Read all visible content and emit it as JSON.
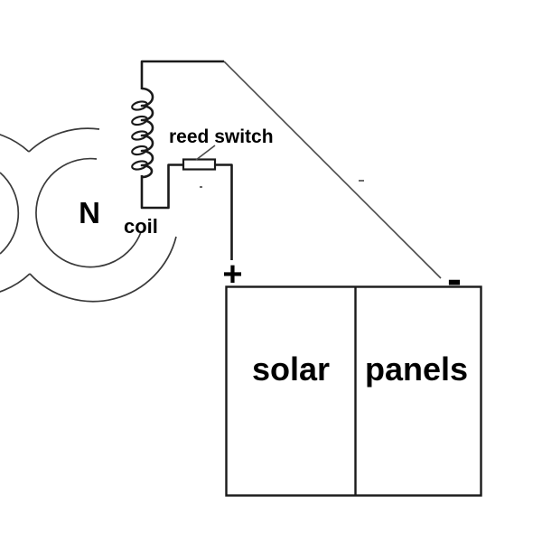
{
  "diagram": {
    "type": "circuit-schematic",
    "background": "#ffffff",
    "colors": {
      "background": "#ffffff",
      "line": "#1a1a1a",
      "field_line": "#3a3a3a",
      "thin_line": "#4a4a4a",
      "text": "#000000"
    },
    "magnet": {
      "pole_label": "N"
    },
    "coil": {
      "label": "coil",
      "turns": 5
    },
    "reed_switch": {
      "label": "reed switch"
    },
    "terminals": {
      "positive_label": "+",
      "negative_label": "-"
    },
    "solar_panel": {
      "left_cell_label": "solar",
      "right_cell_label": "panels"
    }
  }
}
